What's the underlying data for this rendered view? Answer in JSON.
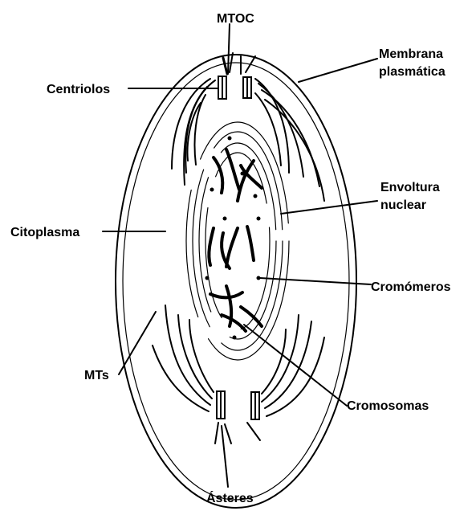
{
  "labels": {
    "mtoc": "MTOC",
    "membrana_line1": "Membrana",
    "membrana_line2": "plasmática",
    "centriolos": "Centriolos",
    "envoltura_line1": "Envoltura",
    "envoltura_line2": "nuclear",
    "citoplasma": "Citoplasma",
    "cromomeros": "Cromómeros",
    "mts": "MTs",
    "cromosomas": "Cromosomas",
    "asteres": "Ásteres"
  },
  "colors": {
    "ink": "#000000",
    "background": "#ffffff"
  }
}
